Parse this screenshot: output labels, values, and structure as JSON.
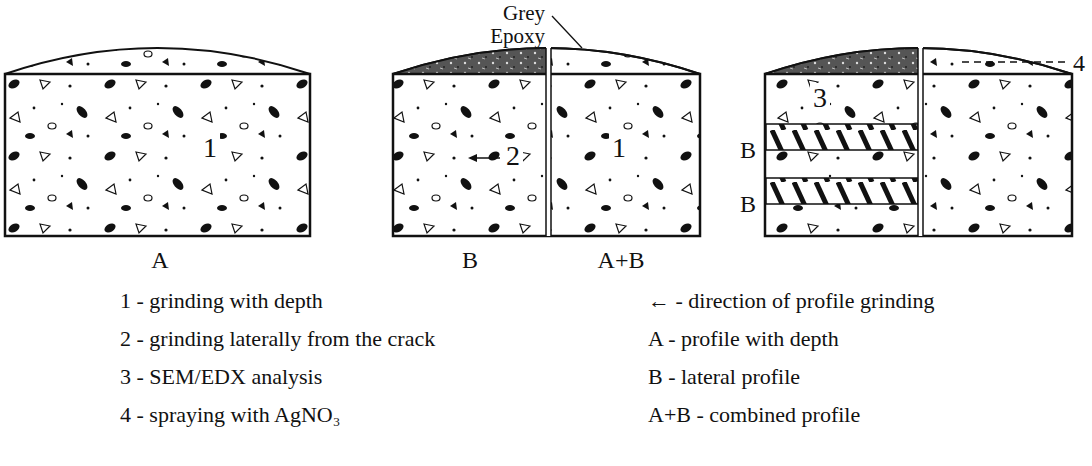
{
  "diagram": {
    "nodes": [
      {
        "text": [
          "1",
          "A"
        ]
      },
      {
        "text": [
          "2",
          "B"
        ]
      },
      {
        "text": [
          "1",
          "A+B"
        ]
      },
      {
        "text": [
          "3"
        ]
      }
    ],
    "labels": [
      "Grey Epoxy",
      "B",
      "B",
      "4",
      "1 - grinding with depth",
      "2 - grinding laterally from the crack",
      "3 - SEM/EDX analysis",
      "4 - spraying with AgNO₃",
      "← - direction of profile grinding",
      "A - profile with depth",
      "B - lateral profile",
      "A+B - combined profile"
    ]
  }
}
